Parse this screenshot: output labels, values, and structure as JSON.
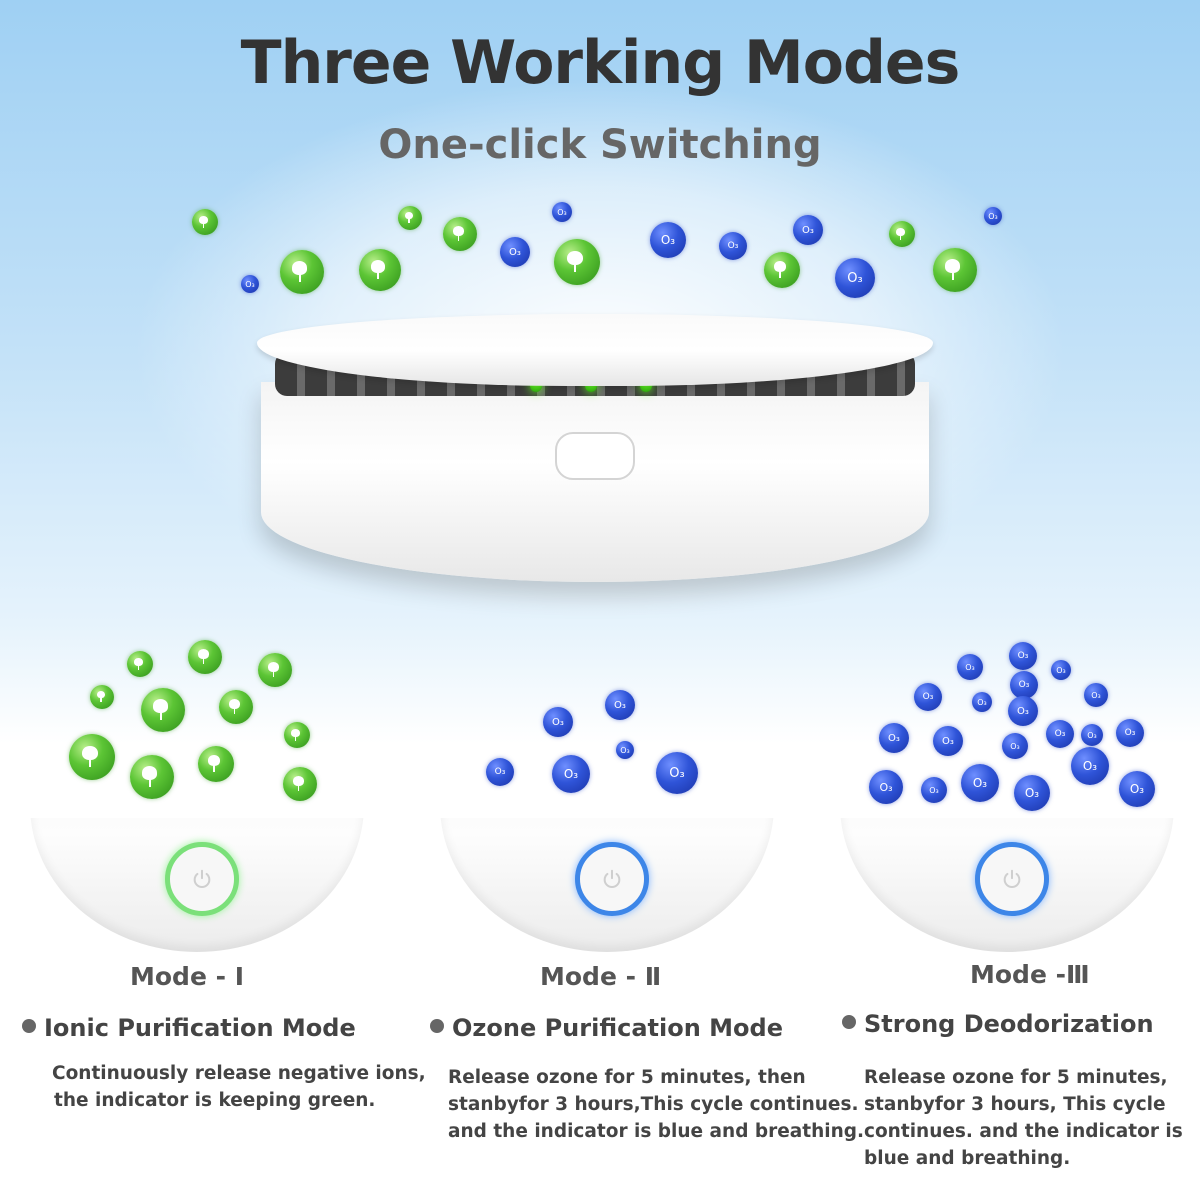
{
  "header": {
    "title": "Three Working Modes",
    "subtitle": "One-click Switching"
  },
  "bubble_label": "O₃",
  "modes": [
    {
      "label": "Mode - Ⅰ",
      "name": "Ionic Purification Mode",
      "description_lines": [
        "Continuously release negative ions,",
        "the indicator is keeping green."
      ],
      "indicator_color": "#7be07a"
    },
    {
      "label": "Mode - Ⅱ",
      "name": "Ozone Purification Mode",
      "description_lines": [
        "Release ozone  for 5 minutes, then",
        "stanbyfor 3 hours,This cycle continues.",
        "and the indicator is blue and breathing."
      ],
      "indicator_color": "#3d86e8"
    },
    {
      "label": "Mode -Ⅲ",
      "name": "Strong Deodorization",
      "description_lines": [
        "Release ozone  for 5 minutes,",
        "stanbyfor 3 hours, This cycle",
        "continues. and the indicator is",
        "blue and breathing."
      ],
      "indicator_color": "#3d86e8"
    }
  ]
}
